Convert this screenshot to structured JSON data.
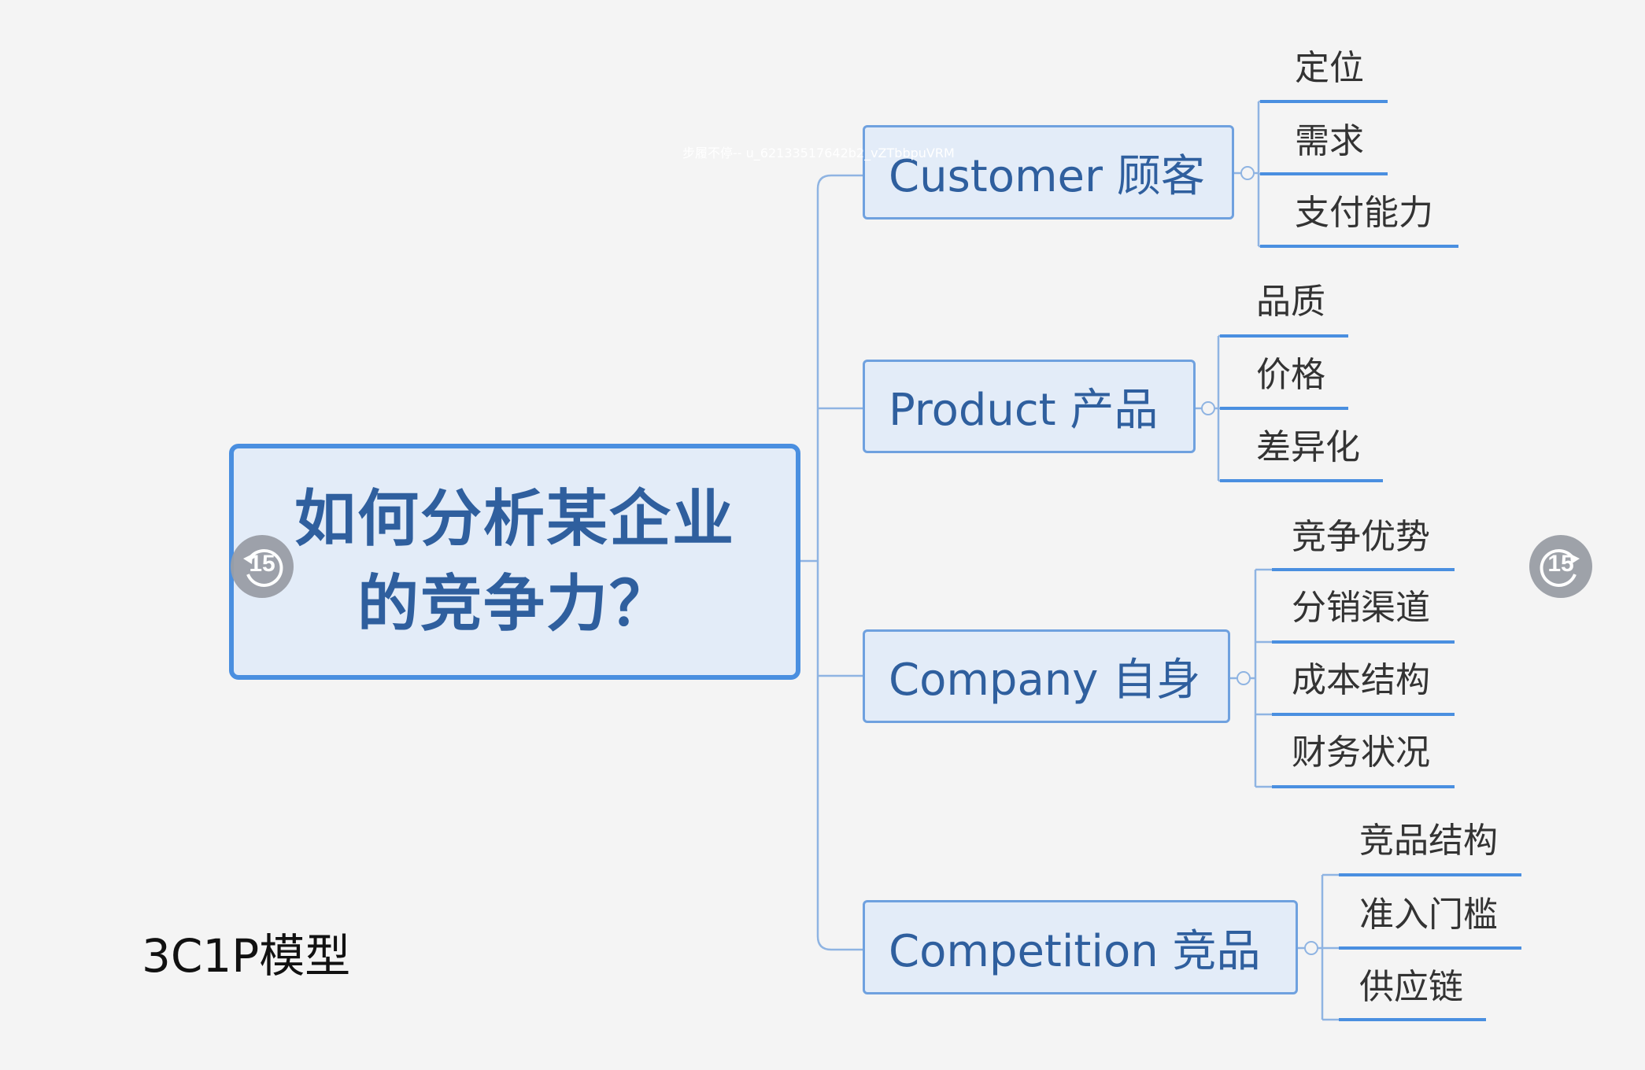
{
  "watermark": "步履不停-- u_62133517642b2_vZTbbpuVRM",
  "central": {
    "line1": "如何分析某企业",
    "line2": "的竞争力？"
  },
  "branches": [
    {
      "label": "Customer 顾客",
      "leaves": [
        "定位",
        "需求",
        "支付能力"
      ]
    },
    {
      "label": "Product 产品",
      "leaves": [
        "品质",
        "价格",
        "差异化"
      ]
    },
    {
      "label": "Company 自身",
      "leaves": [
        "竞争优势",
        "分销渠道",
        "成本结构",
        "财务状况"
      ]
    },
    {
      "label": "Competition 竞品",
      "leaves": [
        "竞品结构",
        "准入门槛",
        "供应链"
      ]
    }
  ],
  "model_label": "3C1P模型",
  "player": {
    "rewind_label": "15",
    "forward_label": "15"
  },
  "colors": {
    "accent": "#4a8fe0",
    "text": "#2f5f9e",
    "background": "#f4f4f4"
  }
}
